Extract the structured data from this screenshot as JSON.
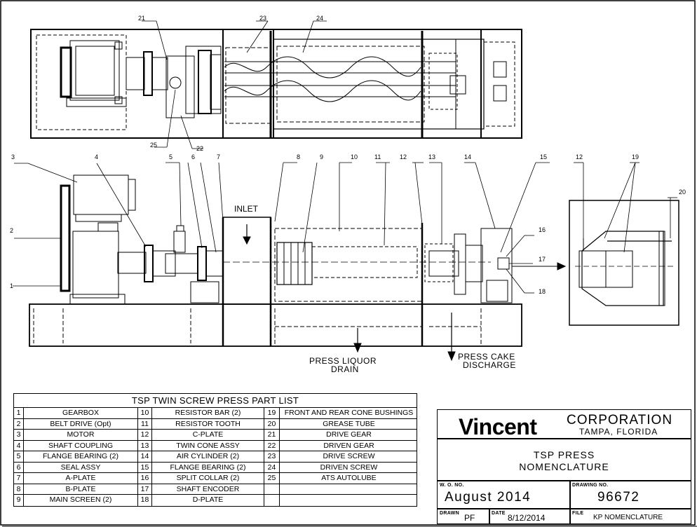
{
  "diagram": {
    "inlet_label": "INLET",
    "press_liquor_line1": "PRESS LIQUOR",
    "press_liquor_line2": "DRAIN",
    "press_cake_line1": "PRESS CAKE",
    "press_cake_line2": "DISCHARGE",
    "top_view_callouts": [
      "21",
      "23",
      "24",
      "25",
      "22"
    ],
    "side_view_callouts": [
      "3",
      "4",
      "5",
      "6",
      "7",
      "8",
      "9",
      "10",
      "11",
      "12",
      "13",
      "14",
      "15",
      "2",
      "1"
    ],
    "detail_callouts": [
      "12",
      "19",
      "20",
      "16",
      "17",
      "18"
    ]
  },
  "parts_list": {
    "title": "TSP TWIN SCREW PRESS PART LIST",
    "rows": [
      [
        {
          "n": "1",
          "name": "GEARBOX"
        },
        {
          "n": "10",
          "name": "RESISTOR BAR (2)"
        },
        {
          "n": "19",
          "name": "FRONT AND REAR CONE BUSHINGS"
        }
      ],
      [
        {
          "n": "2",
          "name": "BELT DRIVE (Opt)"
        },
        {
          "n": "11",
          "name": "RESISTOR TOOTH"
        },
        {
          "n": "20",
          "name": "GREASE TUBE"
        }
      ],
      [
        {
          "n": "3",
          "name": "MOTOR"
        },
        {
          "n": "12",
          "name": "C-PLATE"
        },
        {
          "n": "21",
          "name": "DRIVE GEAR"
        }
      ],
      [
        {
          "n": "4",
          "name": "SHAFT COUPLING"
        },
        {
          "n": "13",
          "name": "TWIN CONE ASSY"
        },
        {
          "n": "22",
          "name": "DRIVEN GEAR"
        }
      ],
      [
        {
          "n": "5",
          "name": "FLANGE BEARING (2)"
        },
        {
          "n": "14",
          "name": "AIR CYLINDER (2)"
        },
        {
          "n": "23",
          "name": "DRIVE SCREW"
        }
      ],
      [
        {
          "n": "6",
          "name": "SEAL ASSY"
        },
        {
          "n": "15",
          "name": "FLANGE BEARING (2)"
        },
        {
          "n": "24",
          "name": "DRIVEN SCREW"
        }
      ],
      [
        {
          "n": "7",
          "name": "A-PLATE"
        },
        {
          "n": "16",
          "name": "SPLIT COLLAR (2)"
        },
        {
          "n": "25",
          "name": "ATS AUTOLUBE"
        }
      ],
      [
        {
          "n": "8",
          "name": "B-PLATE"
        },
        {
          "n": "17",
          "name": "SHAFT ENCODER"
        },
        {
          "n": "",
          "name": ""
        }
      ],
      [
        {
          "n": "9",
          "name": "MAIN SCREEN (2)"
        },
        {
          "n": "18",
          "name": "D-PLATE"
        },
        {
          "n": "",
          "name": ""
        }
      ]
    ]
  },
  "title_block": {
    "company": "Vincent",
    "corporation": "CORPORATION",
    "location": "TAMPA, FLORIDA",
    "title_line1": "TSP PRESS",
    "title_line2": "NOMENCLATURE",
    "wo_label": "W. O. NO.",
    "wo_value": "August 2014",
    "drawing_label": "DRAWING NO.",
    "drawing_value": "96672",
    "drawn_label": "DRAWN",
    "drawn_value": "PF",
    "date_label": "DATE",
    "date_value": "8/12/2014",
    "file_label": "FILE",
    "file_value": "KP NOMENCLATURE"
  }
}
